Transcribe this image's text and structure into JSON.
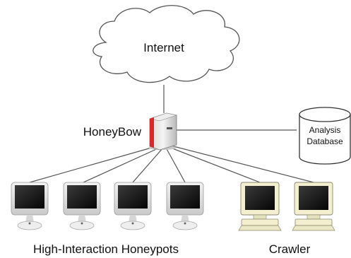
{
  "nodes": {
    "internet_label": "Internet",
    "honeybow_label": "HoneyBow",
    "analysis_database_label_line1": "Analysis",
    "analysis_database_label_line2": "Database"
  },
  "groups": {
    "honeypots_label": "High-Interaction Honeypots",
    "crawler_label": "Crawler"
  },
  "icons": {
    "cloud": "cloud-icon",
    "server": "server-tower-icon",
    "database": "database-cylinder-icon",
    "honeypot": "imac-monitor-icon",
    "crawler": "crt-monitor-icon"
  },
  "colors": {
    "server_accent": "#d8282a",
    "connection_line": "#555555",
    "crawler_bezel": "#f3efcf"
  },
  "honeypot_count": 4,
  "crawler_count": 2
}
